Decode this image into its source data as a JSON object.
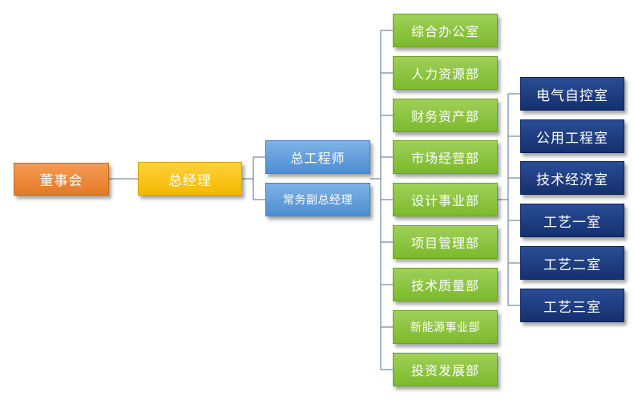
{
  "org": {
    "board": "董事会",
    "general_manager": "总经理",
    "chief_engineer": "总工程师",
    "executive_deputy_gm": "常务副总经理",
    "departments": [
      "综合办公室",
      "人力资源部",
      "财务资产部",
      "市场经营部",
      "设计事业部",
      "项目管理部",
      "技术质量部",
      "新能源事业部",
      "投资发展部"
    ],
    "design_offices": [
      "电气自控室",
      "公用工程室",
      "技术经济室",
      "工艺一室",
      "工艺二室",
      "工艺三室"
    ]
  },
  "colors": {
    "board": "#e27a25",
    "general_manager": "#f5b800",
    "deputies": "#4e8dd0",
    "departments": "#7cb92c",
    "offices": "#15306e",
    "connector": "#7a8fa8"
  }
}
